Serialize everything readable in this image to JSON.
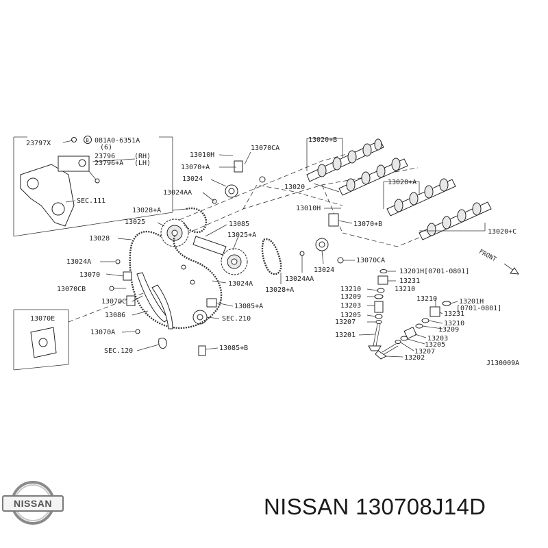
{
  "labels": {
    "l23797x": "23797X",
    "b081": "081A0-6351A",
    "b6": "(6)",
    "l23796": "23796",
    "rh": "(RH)",
    "l23796a": "23796+A",
    "lh": "(LH)",
    "sec111": "SEC.111",
    "l13010h": "13010H",
    "l13070ca": "13070CA",
    "l13070a_top": "13070+A",
    "l13024": "13024",
    "l13024aa": "13024AA",
    "l13028a": "13028+A",
    "l13025": "13025",
    "l13085": "13085",
    "l13025a": "13025+A",
    "l13028": "13028",
    "l13024a_left": "13024A",
    "l13070": "13070",
    "l13070cb": "13070CB",
    "l13070c": "13070C",
    "l13086": "13086",
    "l13070a_low": "13070A",
    "sec120": "SEC.120",
    "l13024a_mid": "13024A",
    "l13085a": "13085+A",
    "sec210": "SEC.210",
    "l13085b": "13085+B",
    "l13028a_mid": "13028+A",
    "l13024aa_mid": "13024AA",
    "l13024_mid": "13024",
    "l13070ca_mid": "13070CA",
    "l13010h_mid": "13010H",
    "l13070b": "13070+B",
    "l13020b": "13020+B",
    "l13020": "13020",
    "l13020a": "13020+A",
    "l13020c": "13020+C",
    "front": "FRONT",
    "l13201h_a": "13201H[0701-0801]",
    "l13231_a": "13231",
    "l13210_a": "13210",
    "l13210_b": "13210",
    "l13209_a": "13209",
    "l13203_a": "13203",
    "l13205_a": "13205",
    "l13207_a": "13207",
    "l13201_a": "13201",
    "l13210_c": "13210",
    "l13201h_b": "13201H",
    "l13201h_b2": "[0701-0801]",
    "l13231_b": "13231",
    "l13210_d": "13210",
    "l13209_b": "13209",
    "l13203_b": "13203",
    "l13205_b": "13205",
    "l13207_b": "13207",
    "l13202": "13202",
    "l13070e": "13070E",
    "code": "J130009A"
  },
  "brand": {
    "logo_text": "NISSAN",
    "part_number": "NISSAN 130708J14D"
  }
}
